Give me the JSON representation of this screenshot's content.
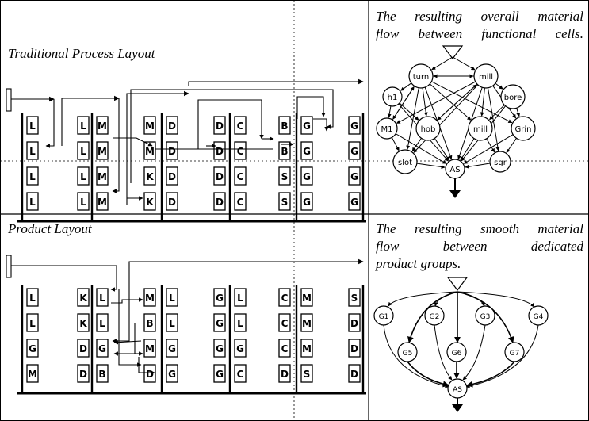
{
  "captions": {
    "traditional": "Traditional Process Layout",
    "product": "Product Layout",
    "process_flow_lines": [
      "The resulting overall material",
      "flow between functional cells."
    ],
    "product_flow_lines": [
      "The resulting smooth material",
      "flow between dedicated",
      "product groups."
    ]
  },
  "traditional_grid": {
    "columns": [
      [
        "L",
        "L",
        "L",
        "L"
      ],
      [
        "L",
        "L",
        "L",
        "L"
      ],
      [
        "M",
        "M",
        "M",
        "M"
      ],
      [
        "M",
        "M",
        "K",
        "K"
      ],
      [
        "D",
        "D",
        "D",
        "D"
      ],
      [
        "D",
        "D",
        "D",
        "D"
      ],
      [
        "C",
        "C",
        "C",
        "C"
      ],
      [
        "B",
        "B",
        "S",
        "S"
      ],
      [
        "G",
        "G",
        "G",
        "G"
      ],
      [
        "G",
        "G",
        "G",
        "G"
      ]
    ]
  },
  "product_grid": {
    "columns": [
      [
        "L",
        "L",
        "G",
        "M"
      ],
      [
        "K",
        "K",
        "D",
        "D"
      ],
      [
        "L",
        "L",
        "G",
        "B"
      ],
      [
        "M",
        "B",
        "M",
        "D"
      ],
      [
        "L",
        "L",
        "G",
        "G"
      ],
      [
        "G",
        "G",
        "G",
        "G"
      ],
      [
        "L",
        "L",
        "G",
        "C"
      ],
      [
        "C",
        "C",
        "C",
        "D"
      ],
      [
        "M",
        "M",
        "M",
        "S"
      ],
      [
        "S",
        "D",
        "D",
        "D"
      ]
    ]
  },
  "process_network": {
    "nodes": [
      {
        "id": "turn",
        "label": "turn"
      },
      {
        "id": "mill1",
        "label": "mill"
      },
      {
        "id": "h1",
        "label": "h1"
      },
      {
        "id": "bore",
        "label": "bore"
      },
      {
        "id": "m1",
        "label": "M1"
      },
      {
        "id": "hob",
        "label": "hob"
      },
      {
        "id": "mill2",
        "label": "mill"
      },
      {
        "id": "grin",
        "label": "Grin"
      },
      {
        "id": "slot",
        "label": "slot"
      },
      {
        "id": "as",
        "label": "AS"
      },
      {
        "id": "sgr",
        "label": "sgr"
      }
    ]
  },
  "product_network": {
    "nodes": [
      {
        "id": "g1",
        "label": "G1"
      },
      {
        "id": "g2",
        "label": "G2"
      },
      {
        "id": "g3",
        "label": "G3"
      },
      {
        "id": "g4",
        "label": "G4"
      },
      {
        "id": "g5",
        "label": "G5"
      },
      {
        "id": "g6",
        "label": "G6"
      },
      {
        "id": "g7",
        "label": "G7"
      },
      {
        "id": "as",
        "label": "AS"
      }
    ]
  }
}
